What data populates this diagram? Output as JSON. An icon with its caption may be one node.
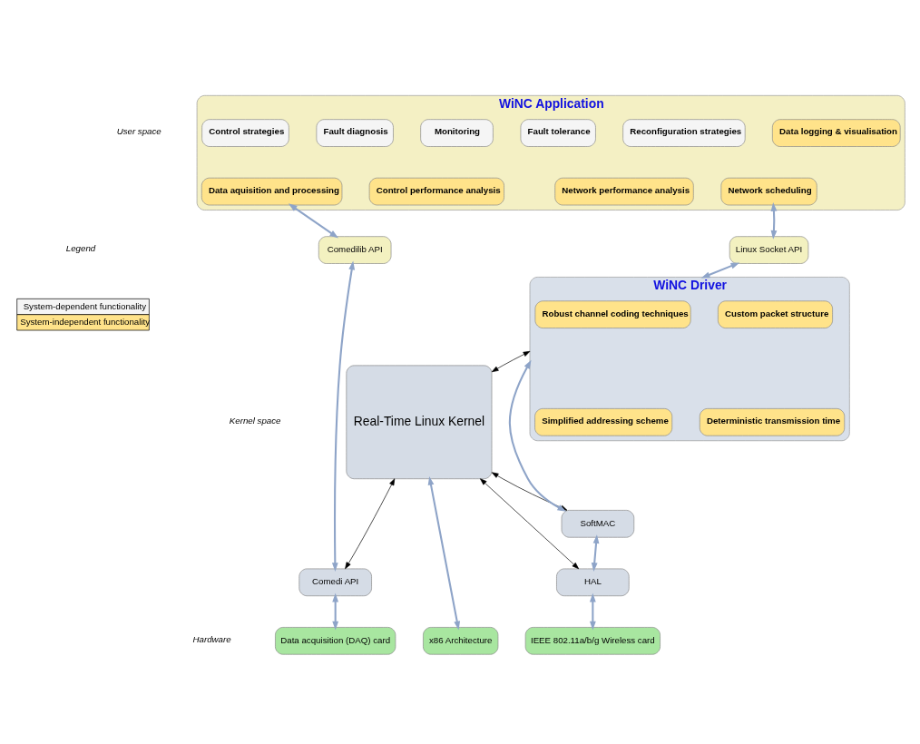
{
  "diagram": {
    "nodes": [
      {
        "text": [
          "WiNC Application"
        ]
      },
      {
        "text": [
          "Control strategies"
        ],
        "in": 0
      },
      {
        "text": [
          "Fault diagnosis"
        ],
        "in": 0
      },
      {
        "text": [
          "Monitoring"
        ],
        "in": 0
      },
      {
        "text": [
          "Fault tolerance"
        ],
        "in": 0
      },
      {
        "text": [
          "Reconfiguration strategies"
        ],
        "in": 0
      },
      {
        "text": [
          "Data logging & visualisation"
        ],
        "in": 0
      },
      {
        "text": [
          "Data aquisition and processing"
        ],
        "in": 0
      },
      {
        "text": [
          "Control performance analysis"
        ],
        "in": 0
      },
      {
        "text": [
          "Network performance analysis"
        ],
        "in": 0
      },
      {
        "text": [
          "Network scheduling"
        ],
        "in": 0
      },
      {
        "text": [
          "Comedilib API"
        ]
      },
      {
        "text": [
          "Linux Socket API"
        ]
      },
      {
        "text": [
          "Real-Time Linux Kernel"
        ]
      },
      {
        "text": [
          "WiNC Driver"
        ]
      },
      {
        "text": [
          "Robust channel coding techniques"
        ],
        "in": 14
      },
      {
        "text": [
          "Custom packet structure"
        ],
        "in": 14
      },
      {
        "text": [
          "Simplified addressing scheme"
        ],
        "in": 14
      },
      {
        "text": [
          "Deterministic transmission time"
        ],
        "in": 14
      },
      {
        "text": [
          "SoftMAC"
        ]
      },
      {
        "text": [
          "HAL"
        ]
      },
      {
        "text": [
          "Comedi API"
        ]
      },
      {
        "text": [
          "Data acquisition (DAQ) card"
        ]
      },
      {
        "text": [
          "x86 Architecture"
        ]
      },
      {
        "text": [
          "IEEE 802.11a/b/g Wireless card"
        ]
      }
    ],
    "edges": [
      {
        "from": 7,
        "to": 11,
        "arrow": "both"
      },
      {
        "from": 10,
        "to": 12,
        "arrow": "both"
      },
      {
        "from": 11,
        "to": 21,
        "arrow": "both"
      },
      {
        "from": 12,
        "to": 14,
        "arrow": "both"
      },
      {
        "from": 13,
        "to": 14,
        "arrow": "both",
        "color": "#000000"
      },
      {
        "from": 13,
        "to": 19,
        "arrow": "both",
        "color": "#000000"
      },
      {
        "from": 13,
        "to": 20,
        "arrow": "both",
        "color": "#000000"
      },
      {
        "from": 21,
        "to": 13,
        "arrow": "both",
        "color": "#000000"
      },
      {
        "from": 14,
        "to": 19,
        "arrow": "both"
      },
      {
        "from": 19,
        "to": 20,
        "arrow": "both"
      },
      {
        "from": 21,
        "to": 22,
        "arrow": "both"
      },
      {
        "from": 13,
        "to": 23,
        "arrow": "both"
      },
      {
        "from": 20,
        "to": 24,
        "arrow": "both"
      }
    ],
    "labels": [
      "User space",
      "Legend",
      "Kernel space",
      "Hardware"
    ],
    "legend": [
      {
        "text": "System-dependent functionality",
        "color": "#f5f5f5"
      },
      {
        "text": "System-independent functionality",
        "color": "#ffe38a"
      }
    ]
  }
}
